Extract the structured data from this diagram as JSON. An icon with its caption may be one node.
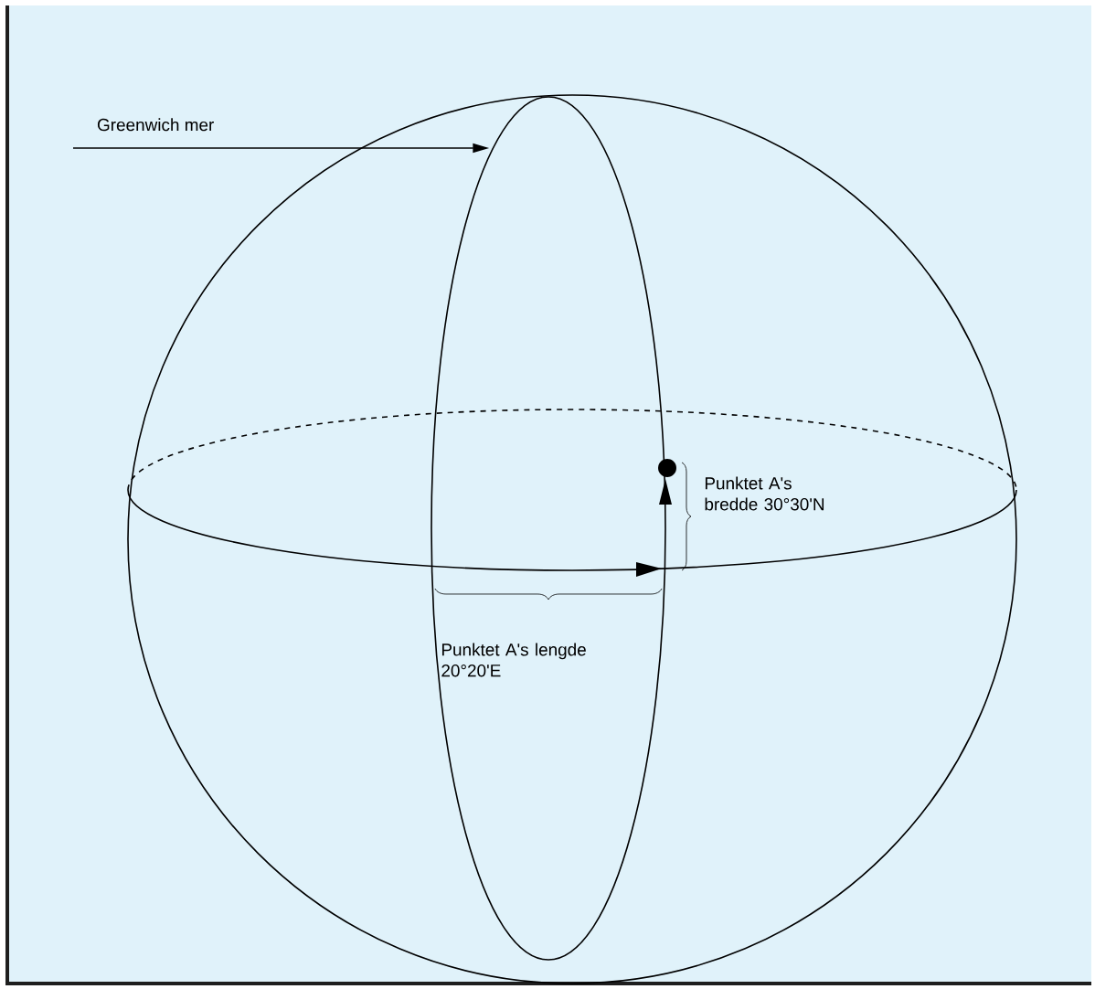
{
  "diagram": {
    "nodes": [
      {
        "text": [
          "Greenwich mer"
        ]
      },
      {
        "text": [],
        "shape": "ellipse"
      }
    ],
    "edges": [
      {
        "from": 0,
        "to": 1,
        "arrow": "to"
      }
    ],
    "labels": [
      "Punktet A's bredde 30°30'N",
      "Punktet A's lengde 20°20'E"
    ]
  }
}
